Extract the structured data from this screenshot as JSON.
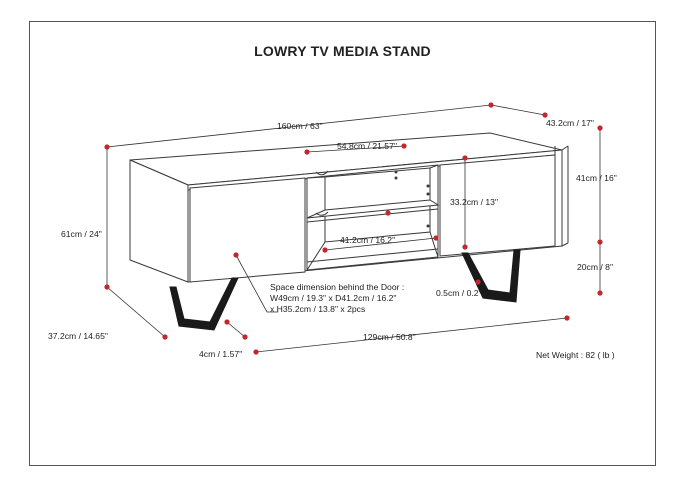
{
  "title": "LOWRY TV MEDIA STAND",
  "colors": {
    "dimension": "#c1272d",
    "outline": "#3a3a3a",
    "leg": "#1a1a1a"
  },
  "dimensions": {
    "overall_width": "160cm / 63\"",
    "depth": "43.2cm / 17\"",
    "shelf_width": "54.8cm / 21.57''",
    "door_height": "41cm / 16\"",
    "total_height": "61cm / 24\"",
    "shelf_height": "33.2cm / 13''",
    "shelf_depth": "41.2cm / 16.2\"",
    "leg_height": "20cm / 8\"",
    "gap": "0.5cm / 0.2\"",
    "leg_depth": "37.2cm / 14.65\"",
    "leg_span": "129cm / 50.8\"",
    "leg_thickness": "4cm / 1.57''"
  },
  "door_space": {
    "line1": "Space dimension behind the Door :",
    "line2": "W49cm / 19.3\" x D41.2cm / 16.2\"",
    "line3": "x H35.2cm / 13.8\" x 2pcs"
  },
  "net_weight": "Net Weight : 82 ( lb )"
}
